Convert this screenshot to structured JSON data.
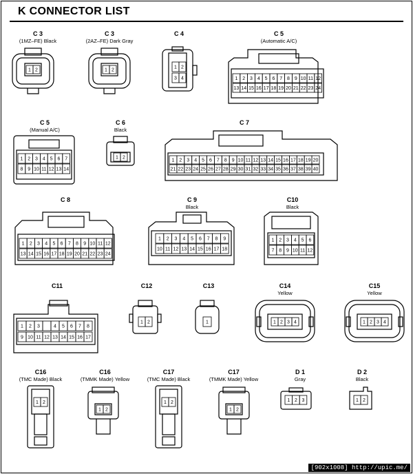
{
  "page": {
    "title": "K  CONNECTOR LIST",
    "watermark": "[902x1008] http://upic.me/"
  },
  "connectors": [
    {
      "id": "c3a",
      "name": "C 3",
      "note": "(1MZ–FE)  Black",
      "pins": [
        "1",
        "2"
      ]
    },
    {
      "id": "c3b",
      "name": "C 3",
      "note": "(2AZ–FE)  Dark Gray",
      "pins": [
        "1",
        "2"
      ]
    },
    {
      "id": "c4",
      "name": "C 4",
      "note": "",
      "pins": [
        "1",
        "2",
        "3",
        "4"
      ]
    },
    {
      "id": "c5a",
      "name": "C 5",
      "note": "(Automatic A/C)",
      "rows": [
        [
          "1",
          "2",
          "3",
          "4",
          "5",
          "6",
          "7",
          "8",
          "9",
          "10",
          "11",
          "12"
        ],
        [
          "13",
          "14",
          "15",
          "16",
          "17",
          "18",
          "19",
          "20",
          "21",
          "22",
          "23",
          "24"
        ]
      ]
    },
    {
      "id": "c5m",
      "name": "C 5",
      "note": "(Manual A/C)",
      "rows": [
        [
          "1",
          "2",
          "3",
          "4",
          "5",
          "6",
          "7"
        ],
        [
          "8",
          "9",
          "10",
          "11",
          "12",
          "13",
          "14"
        ]
      ]
    },
    {
      "id": "c6",
      "name": "C 6",
      "note": "Black",
      "pins": [
        "1",
        "2"
      ]
    },
    {
      "id": "c7",
      "name": "C 7",
      "note": "",
      "rows": [
        [
          "1",
          "2",
          "3",
          "4",
          "5",
          "6",
          "7",
          "8",
          "9",
          "10",
          "11",
          "12",
          "13",
          "14",
          "15",
          "16",
          "17",
          "18",
          "19",
          "20"
        ],
        [
          "21",
          "22",
          "23",
          "24",
          "25",
          "26",
          "27",
          "28",
          "29",
          "30",
          "31",
          "32",
          "33",
          "34",
          "35",
          "36",
          "37",
          "38",
          "39",
          "40"
        ]
      ]
    },
    {
      "id": "c8",
      "name": "C 8",
      "note": "",
      "rows": [
        [
          "1",
          "2",
          "3",
          "4",
          "5",
          "6",
          "7",
          "8",
          "9",
          "10",
          "11",
          "12"
        ],
        [
          "13",
          "14",
          "15",
          "16",
          "17",
          "18",
          "19",
          "20",
          "21",
          "22",
          "23",
          "24"
        ]
      ]
    },
    {
      "id": "c9",
      "name": "C 9",
      "note": "Black",
      "rows": [
        [
          "1",
          "2",
          "3",
          "4",
          "5",
          "6",
          "7",
          "8",
          "9"
        ],
        [
          "10",
          "11",
          "12",
          "13",
          "14",
          "15",
          "16",
          "17",
          "18"
        ]
      ]
    },
    {
      "id": "c10",
      "name": "C10",
      "note": "Black",
      "rows": [
        [
          "1",
          "2",
          "3",
          "4",
          "5",
          "6"
        ],
        [
          "7",
          "8",
          "9",
          "10",
          "11",
          "12"
        ]
      ]
    },
    {
      "id": "c11",
      "name": "C11",
      "note": "",
      "rows": [
        [
          "1",
          "2",
          "3",
          "",
          "4",
          "5",
          "6",
          "7",
          "8"
        ],
        [
          "9",
          "10",
          "11",
          "12",
          "13",
          "14",
          "15",
          "16",
          "17"
        ]
      ]
    },
    {
      "id": "c12",
      "name": "C12",
      "note": "",
      "pins": [
        "1",
        "2"
      ]
    },
    {
      "id": "c13",
      "name": "C13",
      "note": "",
      "pins": [
        "1"
      ]
    },
    {
      "id": "c14",
      "name": "C14",
      "note": "Yellow",
      "pins": [
        "1",
        "2",
        "3",
        "4"
      ]
    },
    {
      "id": "c15",
      "name": "C15",
      "note": "Yellow",
      "pins": [
        "1",
        "2",
        "3",
        "4"
      ]
    },
    {
      "id": "c16t",
      "name": "C16",
      "note": "(TMC Made)  Black",
      "pins": [
        "1",
        "2"
      ]
    },
    {
      "id": "c16y",
      "name": "C16",
      "note": "(TMMK Made)  Yellow",
      "pins": [
        "1",
        "2"
      ]
    },
    {
      "id": "c17t",
      "name": "C17",
      "note": "(TMC Made)  Black",
      "pins": [
        "1",
        "2"
      ]
    },
    {
      "id": "c17y",
      "name": "C17",
      "note": "(TMMK Made)  Yellow",
      "pins": [
        "1",
        "2"
      ]
    },
    {
      "id": "d1",
      "name": "D 1",
      "note": "Gray",
      "pins": [
        "1",
        "2",
        "3"
      ]
    },
    {
      "id": "d2",
      "name": "D 2",
      "note": "Black",
      "pins": [
        "1",
        "2"
      ]
    }
  ]
}
